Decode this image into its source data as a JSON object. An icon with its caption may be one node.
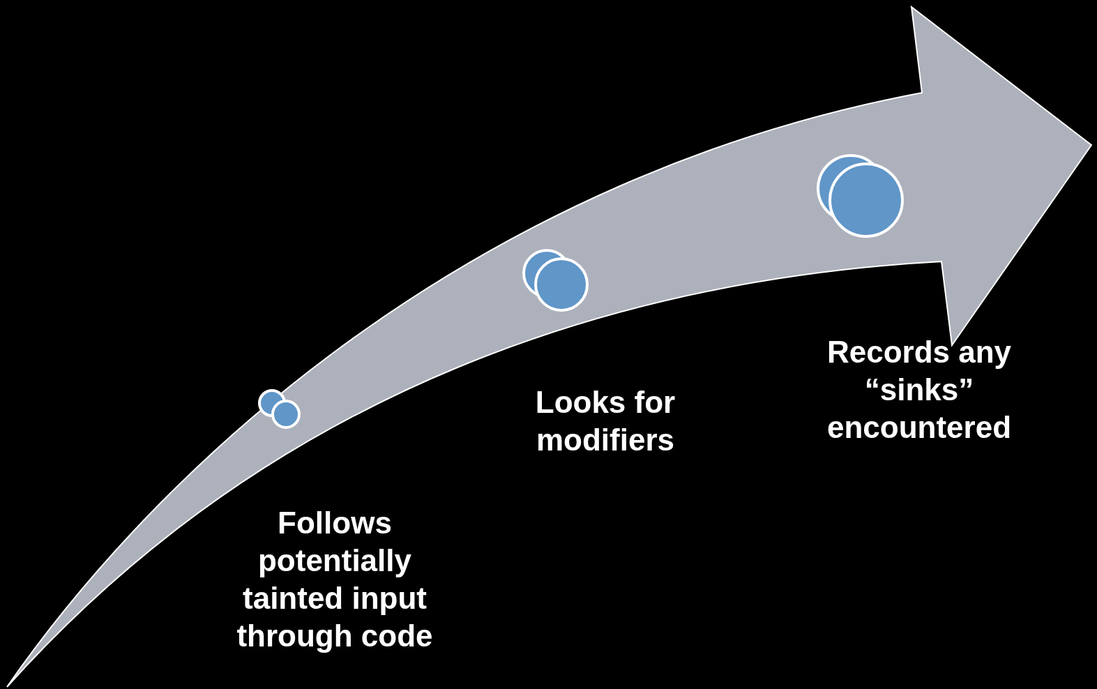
{
  "diagram": {
    "labels": [
      "Follows potentially tainted input through code",
      "Looks for modifiers",
      "Records any “sinks” encountered"
    ]
  }
}
